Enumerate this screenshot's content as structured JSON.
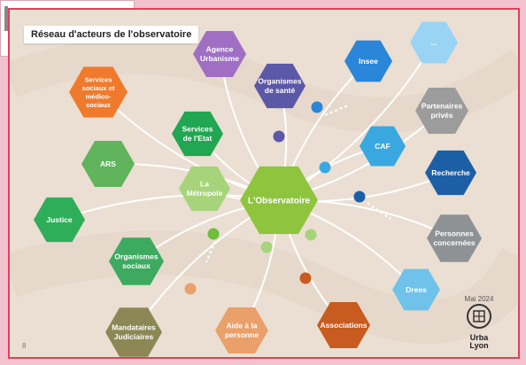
{
  "title": "Réseau d'acteurs de l'observatoire",
  "page_number": "8",
  "logo": {
    "date": "Mai 2024",
    "name_line1": "Urba",
    "name_line2": "Lyon"
  },
  "center": {
    "label": "L'Observatoire",
    "color": "#8fc43e"
  },
  "actors": [
    {
      "id": "agence-urbanisme",
      "lines": [
        "Agence",
        "Urbanisme"
      ],
      "color": "#a06fc4"
    },
    {
      "id": "organismes-sante",
      "lines": [
        "Organismes",
        "de santé"
      ],
      "color": "#5c58a8"
    },
    {
      "id": "insee",
      "lines": [
        "Insee"
      ],
      "color": "#2a86d8"
    },
    {
      "id": "etc",
      "lines": [
        "..."
      ],
      "color": "#9ad4f4"
    },
    {
      "id": "services-sociaux",
      "lines": [
        "Services",
        "sociaux et",
        "médico-",
        "sociaux"
      ],
      "color": "#f07a2c"
    },
    {
      "id": "partenaires-prives",
      "lines": [
        "Partenaires",
        "privés"
      ],
      "color": "#9c9c9c"
    },
    {
      "id": "services-etat",
      "lines": [
        "Services",
        "de l'Etat"
      ],
      "color": "#21a651"
    },
    {
      "id": "ars",
      "lines": [
        "ARS"
      ],
      "color": "#5fb45c"
    },
    {
      "id": "caf",
      "lines": [
        "CAF"
      ],
      "color": "#3aa8e0"
    },
    {
      "id": "recherche",
      "lines": [
        "Recherche"
      ],
      "color": "#1d5fa5"
    },
    {
      "id": "metropole",
      "lines": [
        "La",
        "Métropole"
      ],
      "color": "#a7d47a"
    },
    {
      "id": "justice",
      "lines": [
        "Justice"
      ],
      "color": "#2fae5a"
    },
    {
      "id": "personnes-concernees",
      "lines": [
        "Personnes",
        "concernées"
      ],
      "color": "#8f9295"
    },
    {
      "id": "organismes-sociaux",
      "lines": [
        "Organismes",
        "sociaux"
      ],
      "color": "#3eaa60"
    },
    {
      "id": "drees",
      "lines": [
        "Drees"
      ],
      "color": "#6fc2ea"
    },
    {
      "id": "mandataires",
      "lines": [
        "Mandataires",
        "Judiciaires"
      ],
      "color": "#8c8856"
    },
    {
      "id": "aide-personne",
      "lines": [
        "Aide à la",
        "personne"
      ],
      "color": "#e9a06a"
    },
    {
      "id": "associations",
      "lines": [
        "Associations"
      ],
      "color": "#c85b1f"
    }
  ],
  "dots": [
    {
      "color": "#5c58a8"
    },
    {
      "color": "#2a86d8"
    },
    {
      "color": "#3aa8e0"
    },
    {
      "color": "#1d5fa5"
    },
    {
      "color": "#6fbe3c"
    },
    {
      "color": "#a7d47a"
    },
    {
      "color": "#a7d47a"
    },
    {
      "color": "#e9a06a"
    },
    {
      "color": "#c85b1f"
    }
  ]
}
